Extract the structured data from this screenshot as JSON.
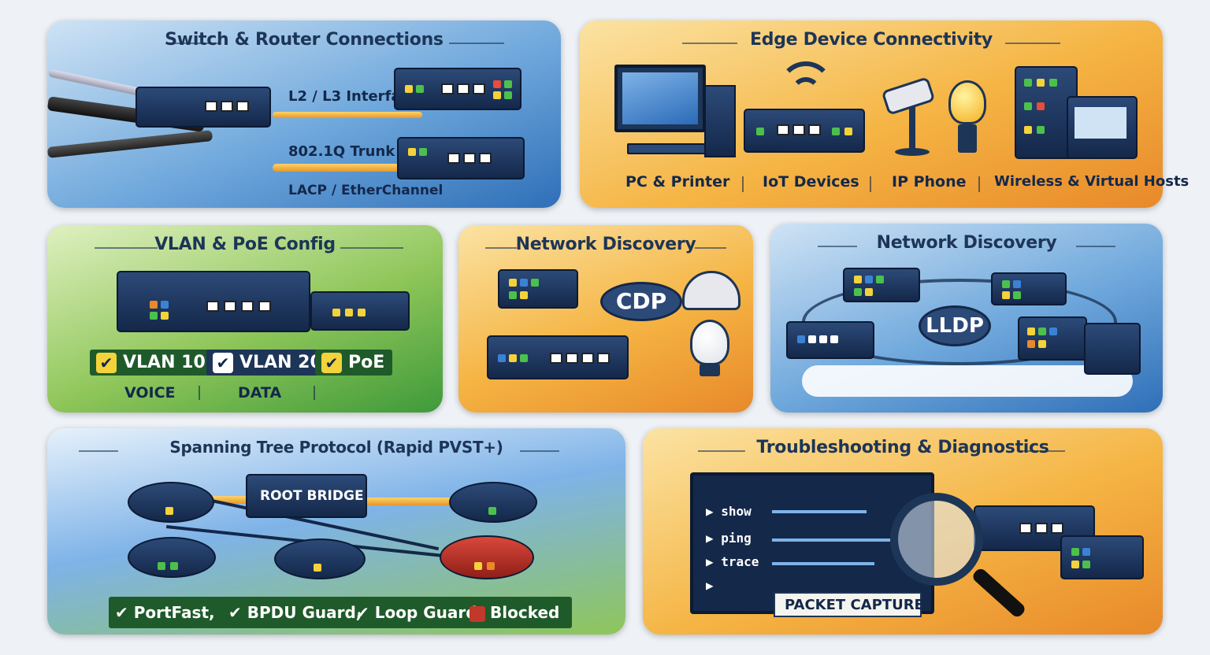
{
  "panels": {
    "switch_router": {
      "title": "Switch & Router Connections",
      "labels": [
        "L2 / L3 Interfaces",
        "802.1Q Trunk",
        "LACP / EtherChannel"
      ]
    },
    "edge": {
      "title": "Edge Device Connectivity",
      "labels": [
        "PC & Printer",
        "IoT Devices",
        "IP Phone",
        "Wireless & Virtual Hosts"
      ]
    },
    "vlan": {
      "title": "VLAN & PoE Config",
      "chips": [
        "VLAN 10",
        "VLAN 20",
        "PoE"
      ],
      "sublabels": [
        "VOICE",
        "DATA"
      ]
    },
    "cdp": {
      "title": "Network Discovery",
      "protocol": "CDP"
    },
    "lldp": {
      "title": "Network Discovery",
      "protocol": "LLDP"
    },
    "stp": {
      "title": "Spanning Tree Protocol (Rapid PVST+)",
      "root_label": "ROOT BRIDGE",
      "features": [
        "PortFast,",
        "BPDU Guard,",
        "Loop Guard",
        "Blocked"
      ]
    },
    "troubleshoot": {
      "title": "Troubleshooting & Diagnostics",
      "commands": [
        "show",
        "ping",
        "trace",
        ""
      ],
      "capture_label": "PACKET CAPTURE"
    }
  },
  "colors": {
    "navy": "#14284a",
    "blue_panel": "#6fa8dc",
    "orange_panel": "#f5b443",
    "green_panel": "#8fc65a",
    "blocked_red": "#c0392b",
    "check_yellow": "#f4d23a"
  },
  "icons": [
    "switch-icon",
    "router-icon",
    "cable-icon",
    "pc-icon",
    "printer-icon",
    "wifi-icon",
    "camera-icon",
    "bulb-icon",
    "server-icon",
    "check-icon",
    "magnifier-icon",
    "terminal-icon",
    "cloud-icon"
  ]
}
